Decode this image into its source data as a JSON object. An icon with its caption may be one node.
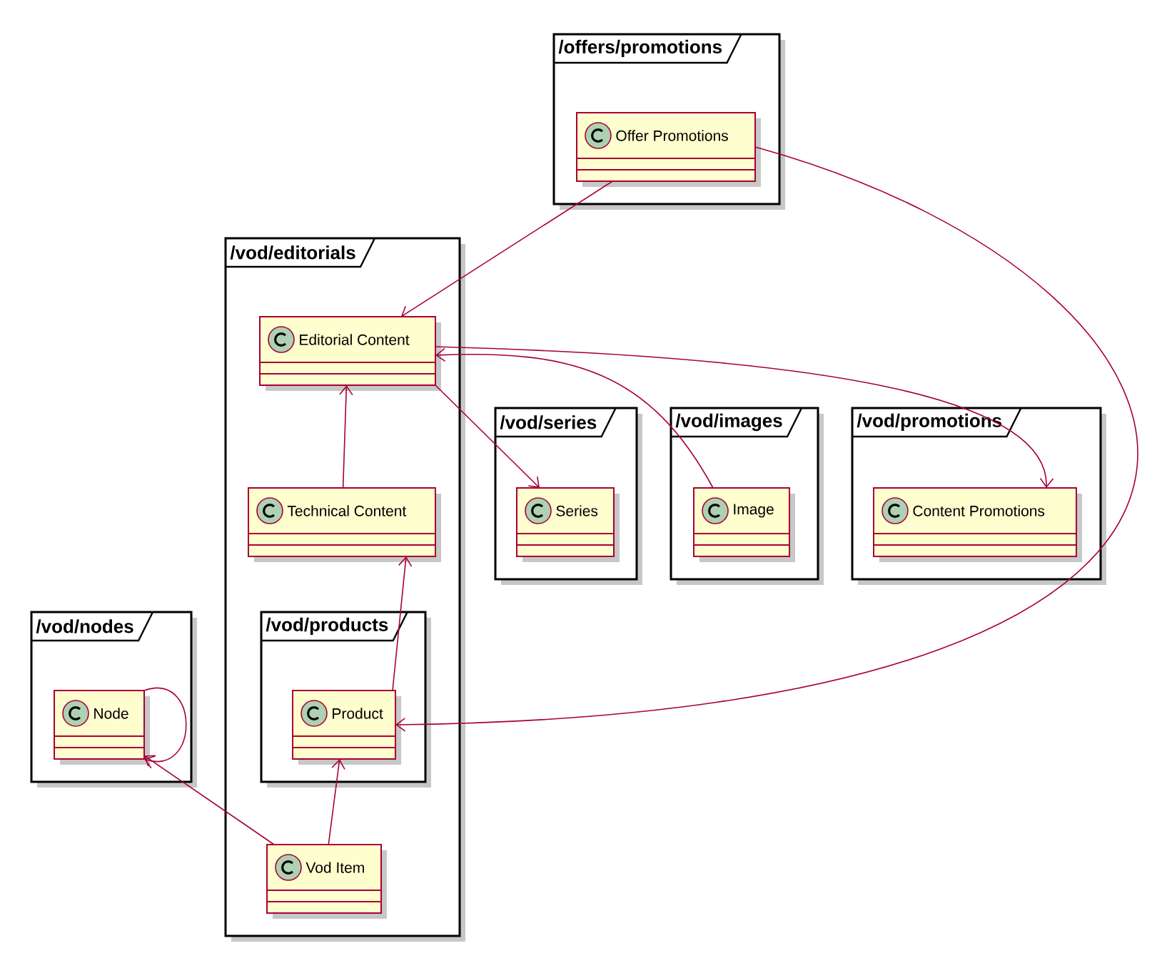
{
  "diagram": {
    "nodes": [
      {
        "text": [
          "/offers/promotions"
        ]
      },
      {
        "text": [
          "Offer Promotions"
        ],
        "in": 0
      },
      {
        "text": [
          "/vod/editorials"
        ]
      },
      {
        "text": [
          "Editorial Content"
        ],
        "in": 2
      },
      {
        "text": [
          "Technical Content"
        ],
        "in": 2
      },
      {
        "text": [
          "/vod/products"
        ],
        "in": 2
      },
      {
        "text": [
          "Product"
        ],
        "in": 5
      },
      {
        "text": [
          "Vod Item"
        ],
        "in": 2
      },
      {
        "text": [
          "/vod/series"
        ]
      },
      {
        "text": [
          "Series"
        ],
        "in": 8
      },
      {
        "text": [
          "/vod/images"
        ]
      },
      {
        "text": [
          "Image"
        ],
        "in": 10
      },
      {
        "text": [
          "/vod/promotions"
        ]
      },
      {
        "text": [
          "Content Promotions"
        ],
        "in": 12
      },
      {
        "text": [
          "/vod/nodes"
        ]
      },
      {
        "text": [
          "Node"
        ],
        "in": 14
      }
    ],
    "edges": [
      {
        "from": 1,
        "to": 3,
        "arrow": "to"
      },
      {
        "from": 1,
        "to": 6,
        "arrow": "to"
      },
      {
        "from": 3,
        "to": 9,
        "arrow": "to"
      },
      {
        "from": 11,
        "to": 3,
        "arrow": "to"
      },
      {
        "from": 3,
        "to": 13,
        "arrow": "to"
      },
      {
        "from": 4,
        "to": 3,
        "arrow": "to"
      },
      {
        "from": 6,
        "to": 4,
        "arrow": "to"
      },
      {
        "from": 7,
        "to": 6,
        "arrow": "to"
      },
      {
        "from": 7,
        "to": 15,
        "arrow": "to"
      },
      {
        "from": 15,
        "to": 15,
        "arrow": "to"
      }
    ]
  }
}
